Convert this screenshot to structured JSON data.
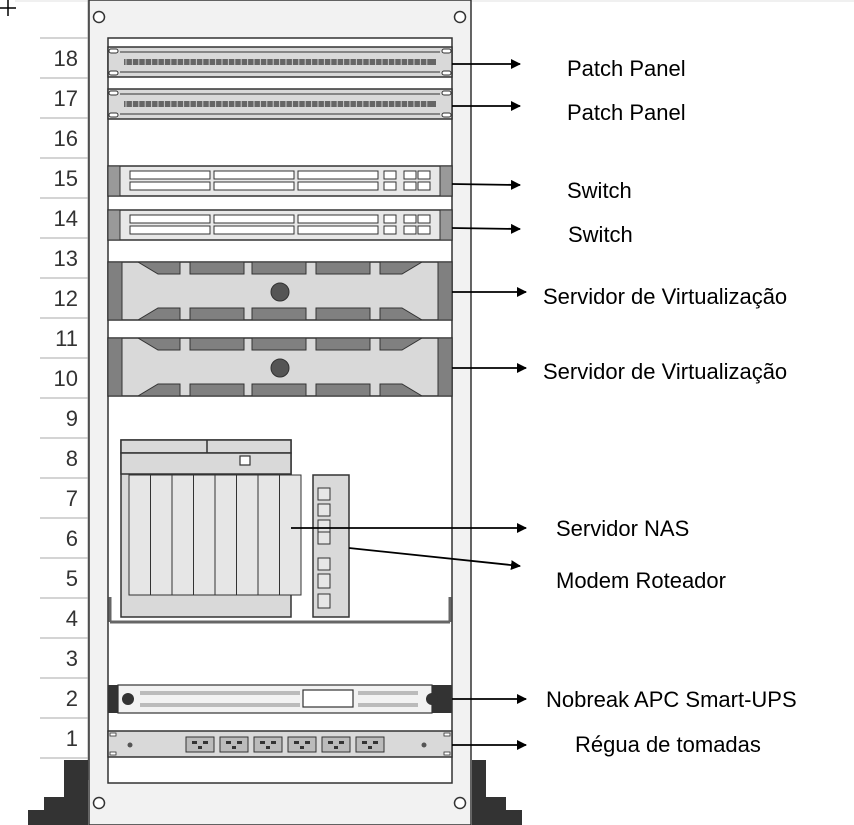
{
  "rack": {
    "unit_numbers": [
      "18",
      "17",
      "16",
      "15",
      "14",
      "13",
      "12",
      "11",
      "10",
      "9",
      "8",
      "7",
      "6",
      "5",
      "4",
      "3",
      "2",
      "1"
    ]
  },
  "devices": [
    {
      "id": "patch-panel-18",
      "kind": "patch-panel",
      "label": "Patch Panel"
    },
    {
      "id": "patch-panel-17",
      "kind": "patch-panel",
      "label": "Patch Panel"
    },
    {
      "id": "switch-15",
      "kind": "switch",
      "label": "Switch"
    },
    {
      "id": "switch-14",
      "kind": "switch",
      "label": "Switch"
    },
    {
      "id": "server-12",
      "kind": "server",
      "label": "Servidor de Virtualização"
    },
    {
      "id": "server-10",
      "kind": "server",
      "label": "Servidor de Virtualização"
    },
    {
      "id": "nas",
      "kind": "nas",
      "label": "Servidor NAS"
    },
    {
      "id": "modem",
      "kind": "modem",
      "label": "Modem Roteador"
    },
    {
      "id": "ups",
      "kind": "ups",
      "label": "Nobreak APC Smart-UPS"
    },
    {
      "id": "power-strip",
      "kind": "power-strip",
      "label": "Régua de tomadas"
    }
  ],
  "colors": {
    "rack_frame": "#f2f2f2",
    "stroke": "#333333",
    "device_fill": "#d9d9d9",
    "device_dark": "#808080",
    "unit_line": "#aaaaaa"
  }
}
